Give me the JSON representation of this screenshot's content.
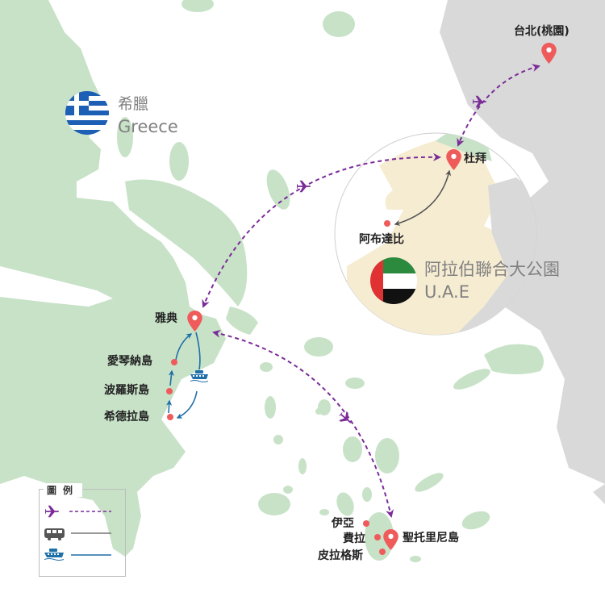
{
  "colors": {
    "land_greece": "#c8e2c8",
    "land_asia": "#d9d9d9",
    "uae_land": "#f6ecd2",
    "sea": "#ffffff",
    "flight_route": "#7b2c99",
    "bus_route": "#6b6b6b",
    "ferry_route": "#1f6fa8",
    "pin": "#ef5b5b",
    "label_text": "#222222",
    "country_text": "#808080"
  },
  "countries": {
    "greece": {
      "name_zh": "希臘",
      "name_en": "Greece",
      "flag": "greece-flag"
    },
    "uae": {
      "name_zh": "阿拉伯聯合大公園",
      "name_en": "U.A.E",
      "flag": "uae-flag"
    }
  },
  "places": {
    "taipei": "台北(桃園)",
    "dubai": "杜拜",
    "abu_dhabi": "阿布達比",
    "athens": "雅典",
    "aegina": "愛琴納島",
    "poros": "波羅斯島",
    "hydra": "希德拉島",
    "santorini": "聖托里尼島",
    "oia": "伊亞",
    "fira": "費拉",
    "pyrgos": "皮拉格斯"
  },
  "legend": {
    "title": "圖例",
    "items": [
      {
        "icon": "airplane-icon",
        "line": "dashed",
        "color": "#7b2c99",
        "meaning": "flight"
      },
      {
        "icon": "bus-icon",
        "line": "solid",
        "color": "#6b6b6b",
        "meaning": "bus"
      },
      {
        "icon": "ferry-icon",
        "line": "solid",
        "color": "#1f6fa8",
        "meaning": "ferry"
      }
    ]
  }
}
